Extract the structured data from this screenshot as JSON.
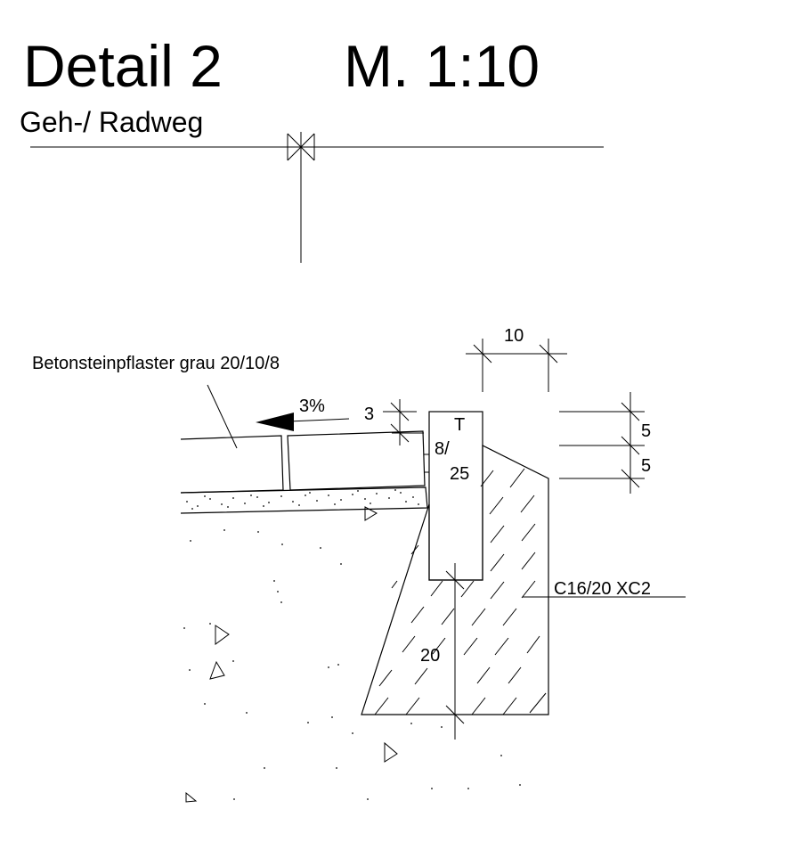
{
  "title": {
    "detail": "Detail 2",
    "scale": "M. 1:10",
    "subtitle": "Geh-/ Radweg"
  },
  "labels": {
    "paving": "Betonsteinpflaster grau 20/10/8",
    "slope": "3%",
    "curb_line1": "T",
    "curb_line2": "8/",
    "curb_line3": "25",
    "concrete": "C16/20 XC2"
  },
  "dimensions": {
    "width_top": "10",
    "curb_up": "3",
    "right_upper": "5",
    "right_lower": "5",
    "foundation": "20"
  },
  "colors": {
    "line": "#000000",
    "background": "#ffffff"
  }
}
